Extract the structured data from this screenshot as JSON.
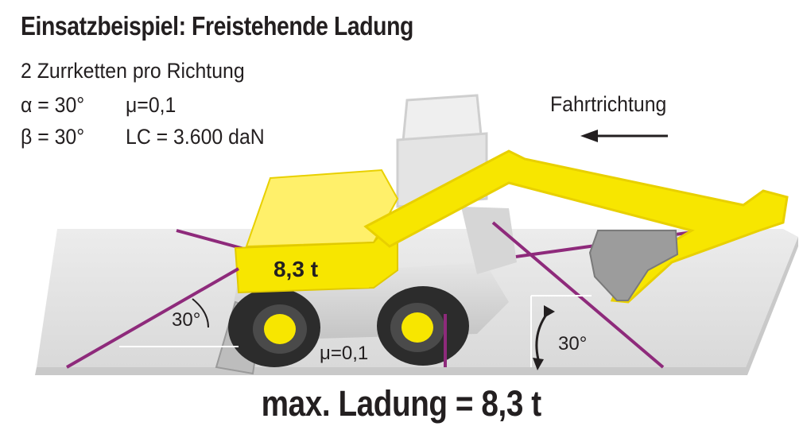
{
  "title": "Einsatzbeispiel: Freistehende Ladung",
  "specs": {
    "chains": "2 Zurrketten pro Richtung",
    "alpha": "α = 30°",
    "mu": "μ=0,1",
    "beta": "β = 30°",
    "lc": "LC = 3.600 daN"
  },
  "direction": {
    "label": "Fahrtrichtung"
  },
  "diagram": {
    "load_label": "8,3 t",
    "angle_left_label": "30°",
    "angle_right_label": "30°",
    "friction_label": "μ=0,1"
  },
  "result": "max. Ladung = 8,3 t",
  "colors": {
    "machine_yellow": "#f7e600",
    "lashing_chain": "#8e2a7b",
    "platform": "#e4e4e4",
    "text": "#231f20"
  }
}
